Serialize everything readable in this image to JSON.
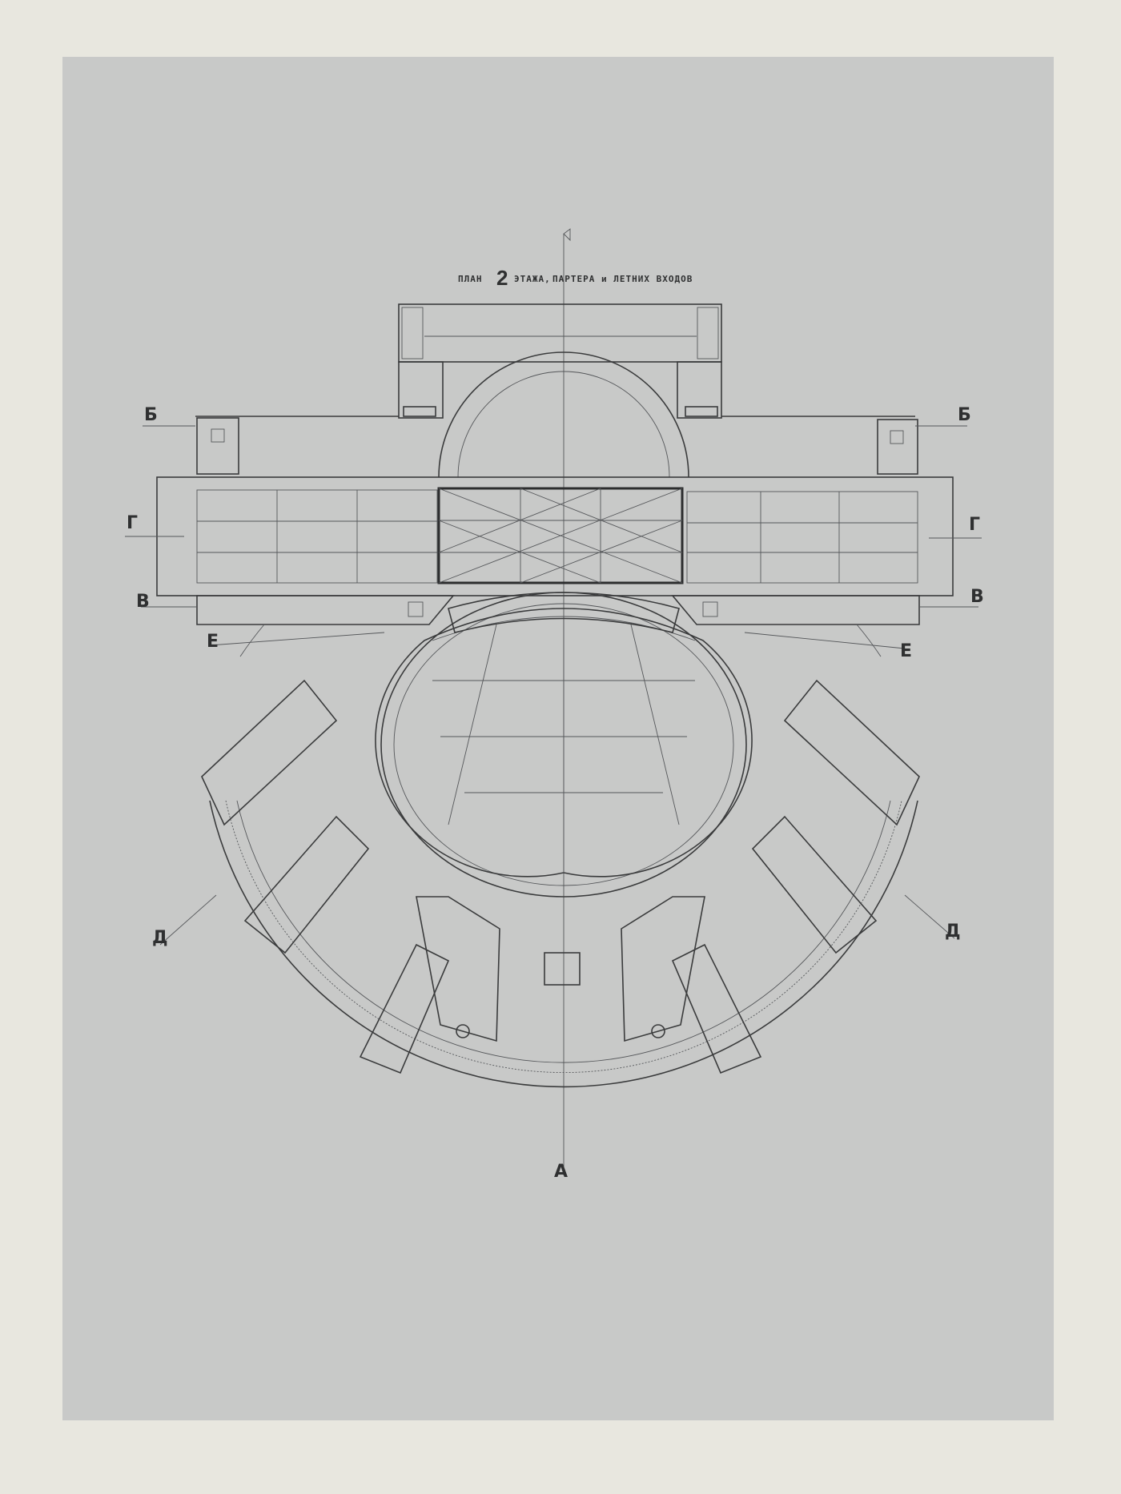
{
  "drawing": {
    "title_prefix": "ПЛАН",
    "title_number": "2",
    "title_suffix_1": "ЭТАЖА,",
    "title_suffix_2": "ПАРТЕРА и ЛЕТНИХ ВХОДОВ",
    "section_labels": {
      "b_left": "Б",
      "b_right": "Б",
      "g_left": "Г",
      "g_right": "Г",
      "v_left": "В",
      "v_right": "В",
      "e_left": "Е",
      "e_right": "Е",
      "d_left": "Д",
      "d_right": "Д",
      "a_bottom": "А"
    },
    "colors": {
      "background": "#e8e7df",
      "board": "#c8c9c8",
      "ink": "#3a3b3c"
    }
  }
}
